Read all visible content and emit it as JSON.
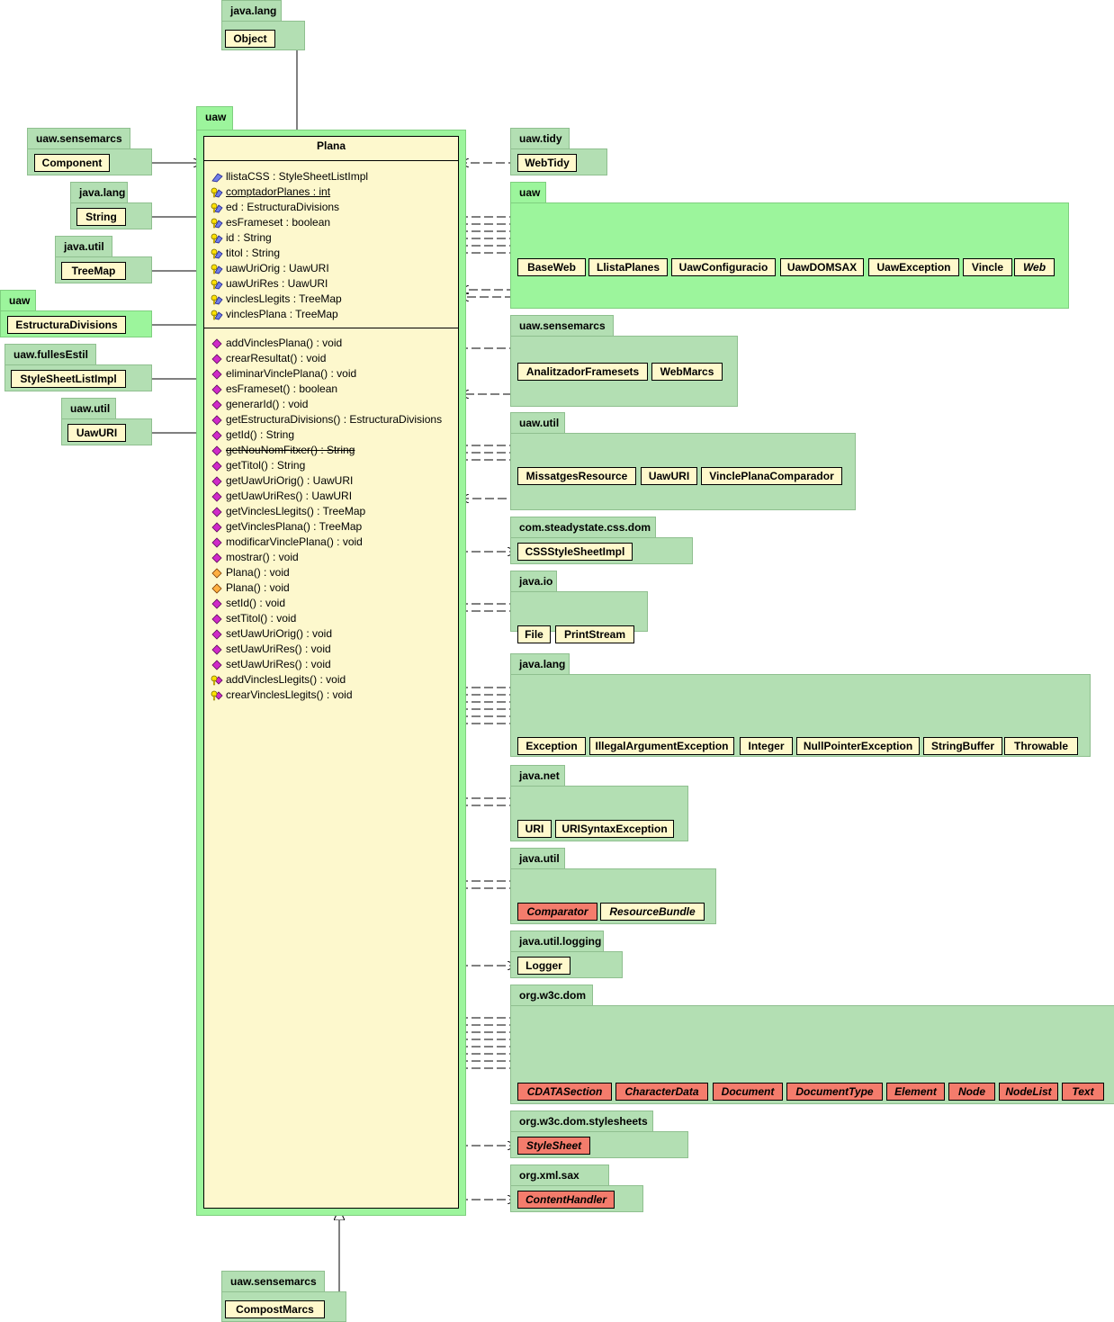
{
  "diagram": {
    "main_package": "uaw",
    "main_class": {
      "name": "Plana",
      "attributes": [
        {
          "text": "llistaCSS : StyleSheetListImpl",
          "icon": "field-icon",
          "style": "normal"
        },
        {
          "text": "comptadorPlanes : int",
          "icon": "key-field-icon",
          "style": "static"
        },
        {
          "text": "ed : EstructuraDivisions",
          "icon": "key-field-icon",
          "style": "normal"
        },
        {
          "text": "esFrameset : boolean",
          "icon": "key-field-icon",
          "style": "normal"
        },
        {
          "text": "id : String",
          "icon": "key-field-icon",
          "style": "normal"
        },
        {
          "text": "titol : String",
          "icon": "key-field-icon",
          "style": "normal"
        },
        {
          "text": "uawUriOrig : UawURI",
          "icon": "key-field-icon",
          "style": "normal"
        },
        {
          "text": "uawUriRes : UawURI",
          "icon": "key-field-icon",
          "style": "normal"
        },
        {
          "text": "vinclesLlegits : TreeMap",
          "icon": "key-field-icon",
          "style": "normal"
        },
        {
          "text": "vinclesPlana : TreeMap",
          "icon": "key-field-icon",
          "style": "normal"
        }
      ],
      "methods": [
        {
          "text": "addVinclesPlana() : void",
          "icon": "method-icon",
          "style": "normal"
        },
        {
          "text": "crearResultat() : void",
          "icon": "method-icon",
          "style": "normal"
        },
        {
          "text": "eliminarVinclePlana() : void",
          "icon": "method-icon",
          "style": "normal"
        },
        {
          "text": "esFrameset() : boolean",
          "icon": "method-icon",
          "style": "normal"
        },
        {
          "text": "generarId() : void",
          "icon": "method-icon",
          "style": "normal"
        },
        {
          "text": "getEstructuraDivisions() : EstructuraDivisions",
          "icon": "method-icon",
          "style": "normal"
        },
        {
          "text": "getId() : String",
          "icon": "method-icon",
          "style": "normal"
        },
        {
          "text": "getNouNomFitxer() : String",
          "icon": "method-icon",
          "style": "deprecated"
        },
        {
          "text": "getTitol() : String",
          "icon": "method-icon",
          "style": "normal"
        },
        {
          "text": "getUawUriOrig() : UawURI",
          "icon": "method-icon",
          "style": "normal"
        },
        {
          "text": "getUawUriRes() : UawURI",
          "icon": "method-icon",
          "style": "normal"
        },
        {
          "text": "getVinclesLlegits() : TreeMap",
          "icon": "method-icon",
          "style": "normal"
        },
        {
          "text": "getVinclesPlana() : TreeMap",
          "icon": "method-icon",
          "style": "normal"
        },
        {
          "text": "modificarVinclePlana() : void",
          "icon": "method-icon",
          "style": "normal"
        },
        {
          "text": "mostrar() : void",
          "icon": "method-icon",
          "style": "normal"
        },
        {
          "text": "Plana() : void",
          "icon": "constructor-icon",
          "style": "normal"
        },
        {
          "text": "Plana() : void",
          "icon": "constructor-icon",
          "style": "normal"
        },
        {
          "text": "setId() : void",
          "icon": "method-icon",
          "style": "normal"
        },
        {
          "text": "setTitol() : void",
          "icon": "method-icon",
          "style": "normal"
        },
        {
          "text": "setUawUriOrig() : void",
          "icon": "method-icon",
          "style": "normal"
        },
        {
          "text": "setUawUriRes() : void",
          "icon": "method-icon",
          "style": "normal"
        },
        {
          "text": "setUawUriRes() : void",
          "icon": "method-icon",
          "style": "normal"
        },
        {
          "text": "addVinclesLlegits() : void",
          "icon": "key-method-icon",
          "style": "normal"
        },
        {
          "text": "crearVinclesLlegits() : void",
          "icon": "key-method-icon",
          "style": "normal"
        }
      ]
    },
    "superclass_package": {
      "name": "java.lang",
      "classes": [
        "Object"
      ]
    },
    "subclass_package": {
      "name": "uaw.sensemarcs",
      "classes": [
        "CompostMarcs"
      ]
    },
    "left_packages": [
      {
        "name": "uaw.sensemarcs",
        "classes": [
          "Component"
        ]
      },
      {
        "name": "java.lang",
        "classes": [
          "String"
        ]
      },
      {
        "name": "java.util",
        "classes": [
          "TreeMap"
        ]
      },
      {
        "name": "uaw",
        "classes": [
          "EstructuraDivisions"
        ]
      },
      {
        "name": "uaw.fullesEstil",
        "classes": [
          "StyleSheetListImpl"
        ]
      },
      {
        "name": "uaw.util",
        "classes": [
          "UawURI"
        ]
      }
    ],
    "right_packages": [
      {
        "name": "uaw.tidy",
        "classes": [
          "WebTidy"
        ]
      },
      {
        "name": "uaw",
        "classes": [
          "BaseWeb",
          "LlistaPlanes",
          "UawConfiguracio",
          "UawDOMSAX",
          "UawException",
          "Vincle",
          "Web"
        ]
      },
      {
        "name": "uaw.sensemarcs",
        "classes": [
          "AnalitzadorFramesets",
          "WebMarcs"
        ]
      },
      {
        "name": "uaw.util",
        "classes": [
          "MissatgesResource",
          "UawURI",
          "VinclePlanaComparador"
        ]
      },
      {
        "name": "com.steadystate.css.dom",
        "classes": [
          "CSSStyleSheetImpl"
        ]
      },
      {
        "name": "java.io",
        "classes": [
          "File",
          "PrintStream"
        ]
      },
      {
        "name": "java.lang",
        "classes": [
          "Exception",
          "IllegalArgumentException",
          "Integer",
          "NullPointerException",
          "StringBuffer",
          "Throwable"
        ]
      },
      {
        "name": "java.net",
        "classes": [
          "URI",
          "URISyntaxException"
        ]
      },
      {
        "name": "java.util",
        "classes": [
          "Comparator",
          "ResourceBundle"
        ]
      },
      {
        "name": "java.util.logging",
        "classes": [
          "Logger"
        ]
      },
      {
        "name": "org.w3c.dom",
        "classes": [
          "CDATASection",
          "CharacterData",
          "Document",
          "DocumentType",
          "Element",
          "Node",
          "NodeList",
          "Text"
        ]
      },
      {
        "name": "org.w3c.dom.stylesheets",
        "classes": [
          "StyleSheet"
        ]
      },
      {
        "name": "org.xml.sax",
        "classes": [
          "ContentHandler"
        ]
      }
    ],
    "colors": {
      "package": "#b3dfb3",
      "package_highlight": "#9cf59c",
      "class": "#fff9cc",
      "interface": "#f47c6c",
      "line": "#000000"
    }
  }
}
